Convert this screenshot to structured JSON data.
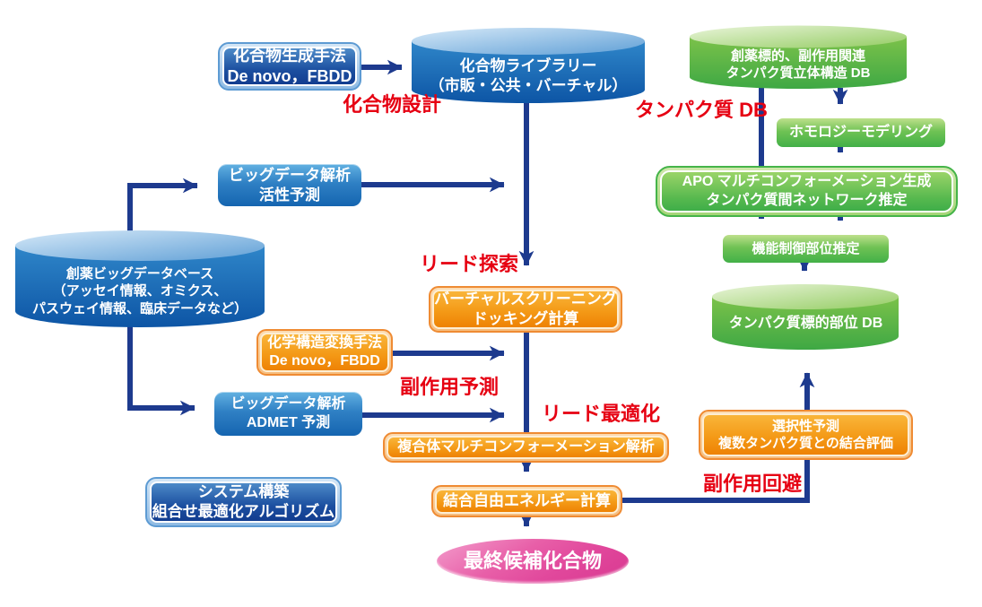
{
  "nodes": {
    "compound_generation": {
      "line1": "化合物生成手法",
      "line2": "De novo，FBDD"
    },
    "compound_library": {
      "line1": "化合物ライブラリー",
      "line2": "（市販・公共・バーチャル）"
    },
    "protein_structure_db": {
      "line1": "創薬標的、副作用関連",
      "line2": "タンパク質立体構造 DB"
    },
    "homology_modeling": {
      "line1": "ホモロジーモデリング"
    },
    "apo_generation": {
      "line1": "APO マルチコンフォーメーション生成",
      "line2": "タンパク質間ネットワーク推定"
    },
    "functional_site": {
      "line1": "機能制御部位推定"
    },
    "protein_target_db": {
      "line1": "タンパク質標的部位 DB"
    },
    "bigdata_activity": {
      "line1": "ビッグデータ解析",
      "line2": "活性予測"
    },
    "drug_bigdata_db": {
      "line1": "創薬ビッグデータベース",
      "line2": "（アッセイ情報、オミクス、",
      "line3": "パスウェイ情報、臨床データなど）"
    },
    "chem_transform": {
      "line1": "化学構造変換手法",
      "line2": "De novo，FBDD"
    },
    "bigdata_admet": {
      "line1": "ビッグデータ解析",
      "line2": "ADMET 予測"
    },
    "system_build": {
      "line1": "システム構築",
      "line2": "組合せ最適化アルゴリズム"
    },
    "virtual_screening": {
      "line1": "バーチャルスクリーニング",
      "line2": "ドッキング計算"
    },
    "complex_analysis": {
      "line1": "複合体マルチコンフォーメーション解析"
    },
    "binding_energy": {
      "line1": "結合自由エネルギー計算"
    },
    "selectivity": {
      "line1": "選択性予測",
      "line2": "複数タンパク質との結合評価"
    },
    "final_candidate": {
      "line1": "最終候補化合物"
    }
  },
  "labels": {
    "compound_design": "化合物設計",
    "protein_db": "タンパク質 DB",
    "lead_search": "リード探索",
    "side_effect_prediction": "副作用予測",
    "lead_optimization": "リード最適化",
    "side_effect_avoidance": "副作用回避"
  },
  "colors": {
    "arrow_navy": "#1d3a8e",
    "label_red": "#e60012",
    "blue": "#1565b0",
    "green": "#42b048",
    "orange": "#ee8204",
    "pink": "#e1489c"
  }
}
